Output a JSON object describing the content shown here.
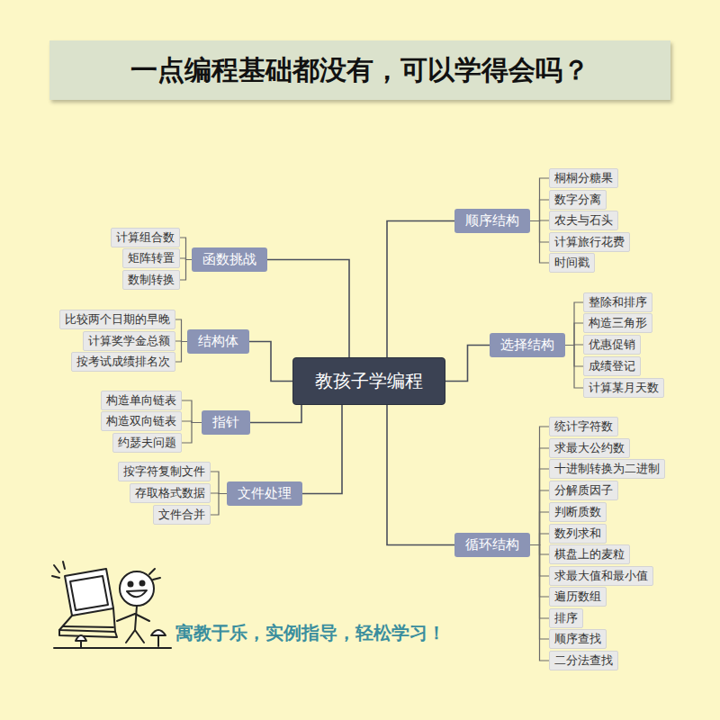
{
  "diagram": {
    "title": "一点编程基础都没有，可以学得会吗？",
    "caption": "寓教于乐，实例指导，轻松学习！",
    "nodes": [
      {
        "text": [
          "教孩子学编程"
        ]
      },
      {
        "text": [
          "顺序结构"
        ]
      },
      {
        "text": [
          "桐桐分糖果"
        ]
      },
      {
        "text": [
          "数字分离"
        ]
      },
      {
        "text": [
          "农夫与石头"
        ]
      },
      {
        "text": [
          "计算旅行花费"
        ]
      },
      {
        "text": [
          "时间戳"
        ]
      },
      {
        "text": [
          "选择结构"
        ]
      },
      {
        "text": [
          "整除和排序"
        ]
      },
      {
        "text": [
          "构造三角形"
        ]
      },
      {
        "text": [
          "优惠促销"
        ]
      },
      {
        "text": [
          "成绩登记"
        ]
      },
      {
        "text": [
          "计算某月天数"
        ]
      },
      {
        "text": [
          "循环结构"
        ]
      },
      {
        "text": [
          "统计字符数"
        ]
      },
      {
        "text": [
          "求最大公约数"
        ]
      },
      {
        "text": [
          "十进制转换为二进制"
        ]
      },
      {
        "text": [
          "分解质因子"
        ]
      },
      {
        "text": [
          "判断质数"
        ]
      },
      {
        "text": [
          "数列求和"
        ]
      },
      {
        "text": [
          "棋盘上的麦粒"
        ]
      },
      {
        "text": [
          "求最大值和最小值"
        ]
      },
      {
        "text": [
          "遍历数组"
        ]
      },
      {
        "text": [
          "排序"
        ]
      },
      {
        "text": [
          "顺序查找"
        ]
      },
      {
        "text": [
          "二分法查找"
        ]
      },
      {
        "text": [
          "函数挑战"
        ]
      },
      {
        "text": [
          "计算组合数"
        ]
      },
      {
        "text": [
          "矩阵转置"
        ]
      },
      {
        "text": [
          "数制转换"
        ]
      },
      {
        "text": [
          "结构体"
        ]
      },
      {
        "text": [
          "比较两个日期的早晚"
        ]
      },
      {
        "text": [
          "计算奖学金总额"
        ]
      },
      {
        "text": [
          "按考试成绩排名次"
        ]
      },
      {
        "text": [
          "指针"
        ]
      },
      {
        "text": [
          "构造单向链表"
        ]
      },
      {
        "text": [
          "构造双向链表"
        ]
      },
      {
        "text": [
          "约瑟夫问题"
        ]
      },
      {
        "text": [
          "文件处理"
        ]
      },
      {
        "text": [
          "按字符复制文件"
        ]
      },
      {
        "text": [
          "存取格式数据"
        ]
      },
      {
        "text": [
          "文件合并"
        ]
      }
    ],
    "edges": [
      {
        "from": 0,
        "to": 1,
        "arrow": "none"
      },
      {
        "from": 0,
        "to": 7,
        "arrow": "none"
      },
      {
        "from": 0,
        "to": 13,
        "arrow": "none"
      },
      {
        "from": 0,
        "to": 26,
        "arrow": "none"
      },
      {
        "from": 0,
        "to": 30,
        "arrow": "none"
      },
      {
        "from": 0,
        "to": 34,
        "arrow": "none"
      },
      {
        "from": 0,
        "to": 38,
        "arrow": "none"
      },
      {
        "from": 1,
        "to": 2,
        "arrow": "none"
      },
      {
        "from": 1,
        "to": 3,
        "arrow": "none"
      },
      {
        "from": 1,
        "to": 4,
        "arrow": "none"
      },
      {
        "from": 1,
        "to": 5,
        "arrow": "none"
      },
      {
        "from": 1,
        "to": 6,
        "arrow": "none"
      },
      {
        "from": 7,
        "to": 8,
        "arrow": "none"
      },
      {
        "from": 7,
        "to": 9,
        "arrow": "none"
      },
      {
        "from": 7,
        "to": 10,
        "arrow": "none"
      },
      {
        "from": 7,
        "to": 11,
        "arrow": "none"
      },
      {
        "from": 7,
        "to": 12,
        "arrow": "none"
      },
      {
        "from": 13,
        "to": 14,
        "arrow": "none"
      },
      {
        "from": 13,
        "to": 15,
        "arrow": "none"
      },
      {
        "from": 13,
        "to": 16,
        "arrow": "none"
      },
      {
        "from": 13,
        "to": 17,
        "arrow": "none"
      },
      {
        "from": 13,
        "to": 18,
        "arrow": "none"
      },
      {
        "from": 13,
        "to": 19,
        "arrow": "none"
      },
      {
        "from": 13,
        "to": 20,
        "arrow": "none"
      },
      {
        "from": 13,
        "to": 21,
        "arrow": "none"
      },
      {
        "from": 13,
        "to": 22,
        "arrow": "none"
      },
      {
        "from": 13,
        "to": 23,
        "arrow": "none"
      },
      {
        "from": 13,
        "to": 24,
        "arrow": "none"
      },
      {
        "from": 13,
        "to": 25,
        "arrow": "none"
      },
      {
        "from": 26,
        "to": 27,
        "arrow": "none"
      },
      {
        "from": 26,
        "to": 28,
        "arrow": "none"
      },
      {
        "from": 26,
        "to": 29,
        "arrow": "none"
      },
      {
        "from": 30,
        "to": 31,
        "arrow": "none"
      },
      {
        "from": 30,
        "to": 32,
        "arrow": "none"
      },
      {
        "from": 30,
        "to": 33,
        "arrow": "none"
      },
      {
        "from": 34,
        "to": 35,
        "arrow": "none"
      },
      {
        "from": 34,
        "to": 36,
        "arrow": "none"
      },
      {
        "from": 34,
        "to": 37,
        "arrow": "none"
      },
      {
        "from": 38,
        "to": 39,
        "arrow": "none"
      },
      {
        "from": 38,
        "to": 40,
        "arrow": "none"
      },
      {
        "from": 38,
        "to": 41,
        "arrow": "none"
      }
    ]
  }
}
